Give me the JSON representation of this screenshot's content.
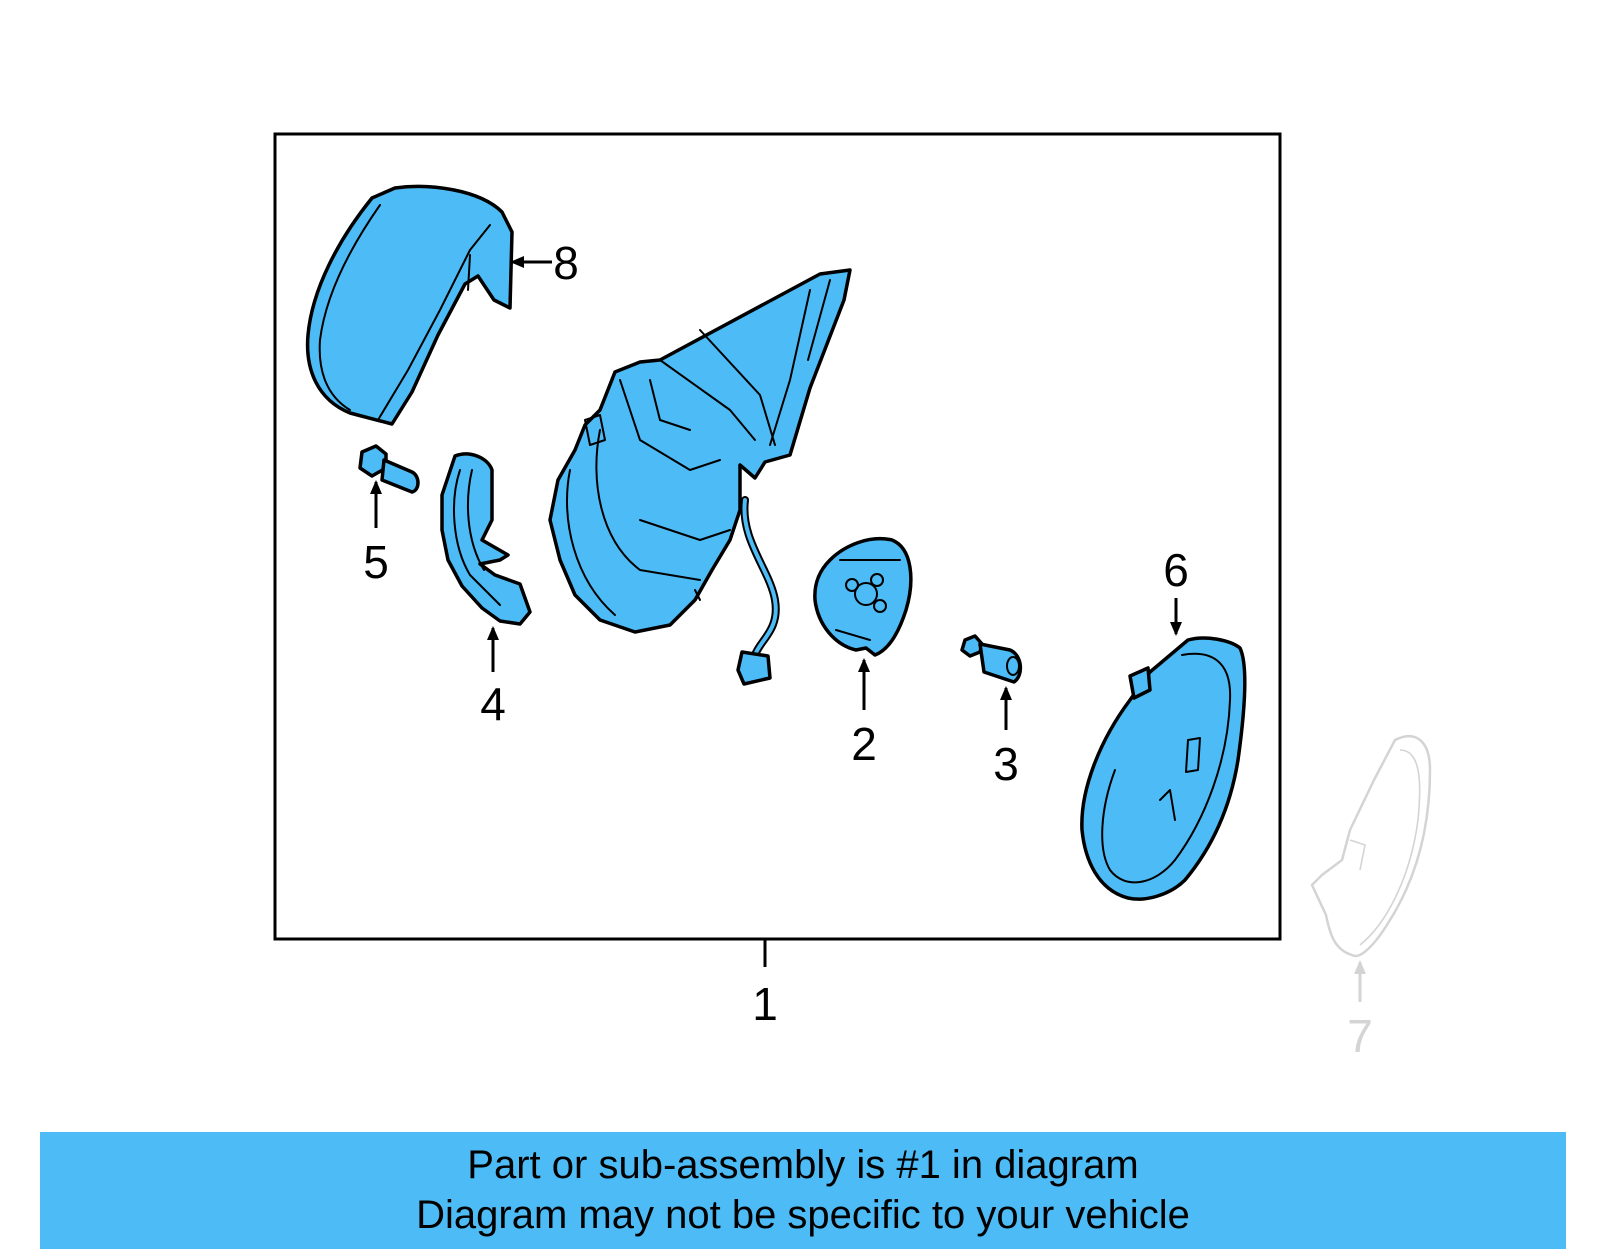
{
  "callouts": {
    "c1": "1",
    "c2": "2",
    "c3": "3",
    "c4": "4",
    "c5": "5",
    "c6": "6",
    "c7": "7",
    "c8": "8"
  },
  "banner": {
    "line1": "Part or sub-assembly is #1 in diagram",
    "line2": "Diagram may not be specific to your vehicle"
  },
  "colors": {
    "part_fill": "#4dbbf5",
    "banner_fill": "#4dbbf5",
    "ghost_stroke": "#d4d4d4"
  }
}
